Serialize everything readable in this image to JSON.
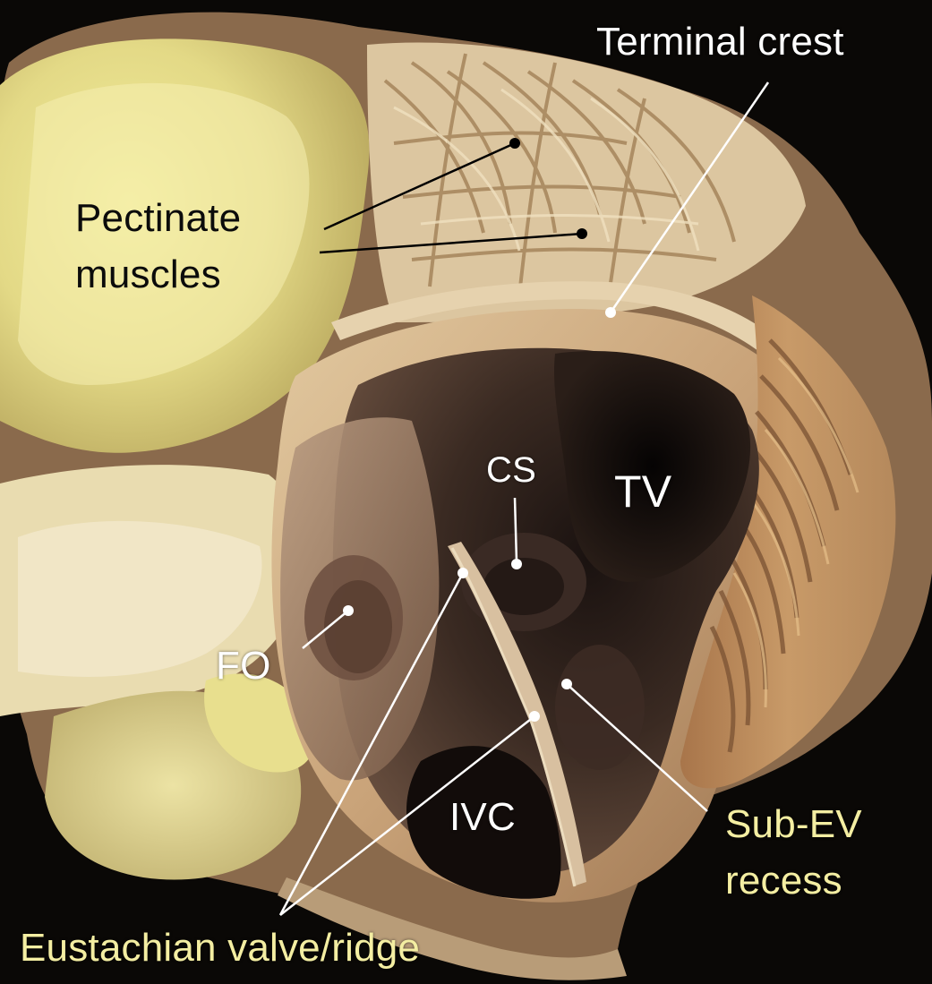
{
  "labels": {
    "terminal_crest": "Terminal crest",
    "pectinate_muscles": "Pectinate\nmuscles",
    "cs": "CS",
    "tv": "TV",
    "fo": "FO",
    "ivc": "IVC",
    "sub_ev_recess": "Sub-EV\nrecess",
    "eustachian_valve": "Eustachian valve/ridge"
  },
  "colors": {
    "white_label": "#ffffff",
    "black_label": "#0b0b0b",
    "yellow_label": "#f4eea2",
    "background": "#0a0806"
  }
}
